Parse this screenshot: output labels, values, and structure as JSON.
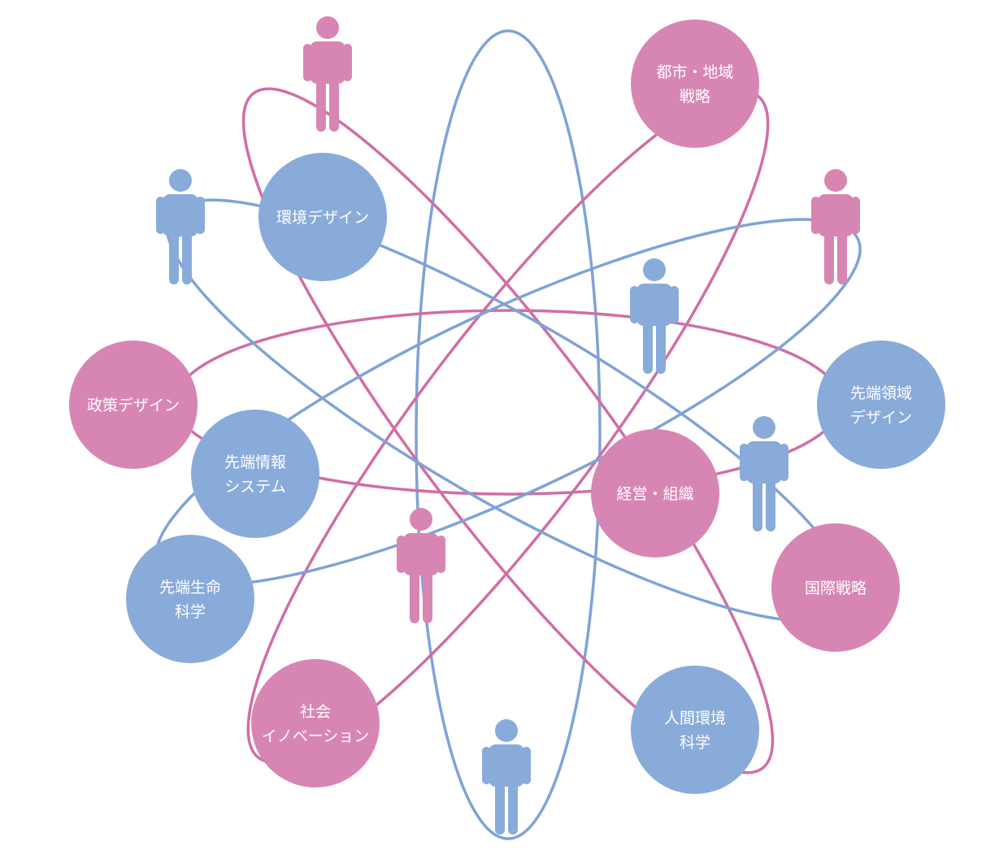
{
  "colors": {
    "pink": "#d786b3",
    "blue": "#89abd9",
    "pink_line": "#d06ea5",
    "blue_line": "#7fa3d6",
    "background": "#ffffff"
  },
  "nodes": [
    {
      "id": "toshi",
      "lines": [
        "都市・地域",
        "戦略"
      ],
      "color": "pink"
    },
    {
      "id": "kankyo",
      "lines": [
        "環境デザイン"
      ],
      "color": "blue"
    },
    {
      "id": "seisaku",
      "lines": [
        "政策デザイン"
      ],
      "color": "pink"
    },
    {
      "id": "joho",
      "lines": [
        "先端情報",
        "システム"
      ],
      "color": "blue"
    },
    {
      "id": "seimei",
      "lines": [
        "先端生命",
        "科学"
      ],
      "color": "blue"
    },
    {
      "id": "shakai",
      "lines": [
        "社会",
        "イノベーション"
      ],
      "color": "pink"
    },
    {
      "id": "ningen",
      "lines": [
        "人間環境",
        "科学"
      ],
      "color": "blue"
    },
    {
      "id": "kokusai",
      "lines": [
        "国際戦略"
      ],
      "color": "pink"
    },
    {
      "id": "sentan-ryoiki",
      "lines": [
        "先端領域",
        "デザイン"
      ],
      "color": "blue"
    },
    {
      "id": "keiei",
      "lines": [
        "経営・組織"
      ],
      "color": "pink"
    }
  ],
  "people": [
    {
      "id": "p1",
      "color": "pink"
    },
    {
      "id": "p2",
      "color": "blue"
    },
    {
      "id": "p3",
      "color": "pink"
    },
    {
      "id": "p4",
      "color": "blue"
    },
    {
      "id": "p5",
      "color": "blue"
    },
    {
      "id": "p6",
      "color": "pink"
    },
    {
      "id": "p7",
      "color": "blue"
    }
  ],
  "orbits": [
    {
      "id": "orbit-vertical",
      "color": "blue"
    },
    {
      "id": "orbit-horizontal",
      "color": "pink"
    },
    {
      "id": "orbit-pink-diag-a",
      "color": "pink"
    },
    {
      "id": "orbit-pink-diag-b",
      "color": "pink"
    },
    {
      "id": "orbit-blue-diag-a",
      "color": "blue"
    },
    {
      "id": "orbit-blue-diag-b",
      "color": "blue"
    }
  ]
}
